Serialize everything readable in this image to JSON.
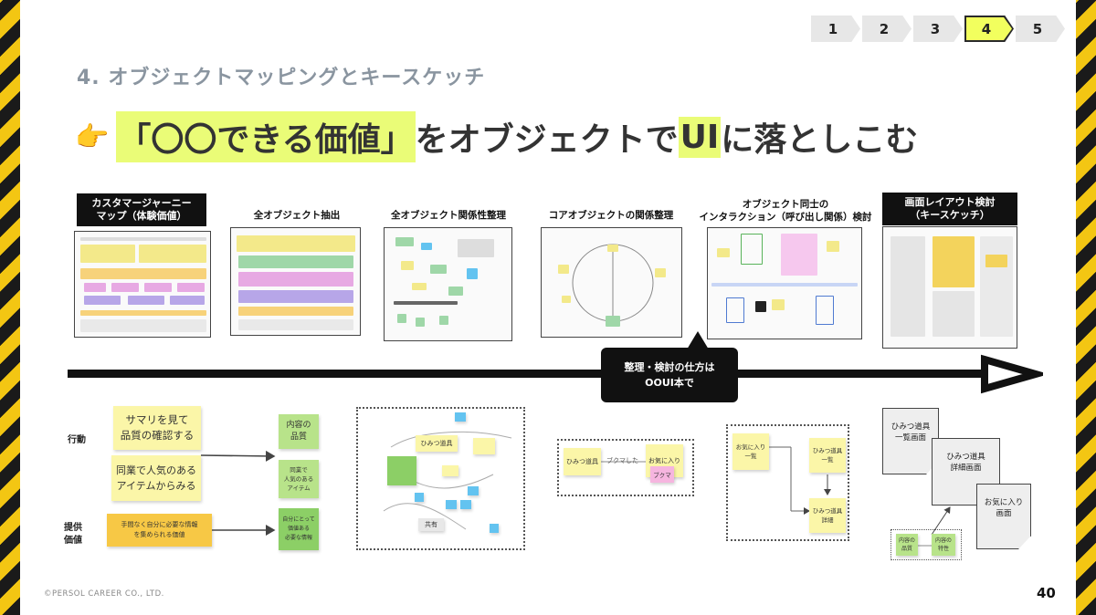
{
  "steps": [
    "1",
    "2",
    "3",
    "4",
    "5"
  ],
  "active_step": "4",
  "section_title": "4. オブジェクトマッピングとキースケッチ",
  "headline": {
    "pre": "「〇〇できる価値」",
    "mid": "をオブジェクトで",
    "ui": "UI",
    "post": "に落としこむ"
  },
  "phases": [
    {
      "line1": "カスタマージャーニー",
      "line2": "マップ（体験価値）"
    },
    {
      "line1": "全オブジェクト抽出",
      "line2": ""
    },
    {
      "line1": "全オブジェクト関係性整理",
      "line2": ""
    },
    {
      "line1": "コアオブジェクトの関係整理",
      "line2": ""
    },
    {
      "line1": "オブジェクト同士の",
      "line2": "インタラクション（呼び出し関係）検討"
    },
    {
      "line1": "画面レイアウト検討",
      "line2": "（キースケッチ）"
    }
  ],
  "callout": {
    "line1": "整理・検討の仕方は",
    "line2": "OOUI本で"
  },
  "rows": {
    "action": "行動",
    "offer_1": "提供",
    "offer_2": "価値"
  },
  "sticky": {
    "summary_1": "サマリを見て",
    "summary_2": "品質の確認する",
    "popular_1": "同業で人気のある",
    "popular_2": "アイテムからみる",
    "value_1": "手間なく自分に必要な情報",
    "value_2": "を集められる価値",
    "content_q_1": "内容の",
    "content_q_2": "品質",
    "popular_s_1": "同業で",
    "popular_s_2": "人気のある",
    "popular_s_3": "アイテム",
    "valuable_1": "自分にとって",
    "valuable_2": "価値ある",
    "valuable_3": "必要な情報",
    "himitsu": "ひみつ道具",
    "share": "共有",
    "bookmarked": "ブクマした",
    "favorite_1": "お気に入り",
    "favorite_2": "",
    "bukuma": "ブクマ",
    "fav_list_1": "お気に入り",
    "fav_list_2": "一覧",
    "h_list_1": "ひみつ道具",
    "h_list_2": "一覧",
    "h_detail_1": "ひみつ道具",
    "h_detail_2": "詳細",
    "content_1": "内容の",
    "content_2": "品質",
    "content_f_1": "内容の",
    "content_f_2": "特性"
  },
  "screens": {
    "list_1": "ひみつ道具",
    "list_2": "一覧画面",
    "detail_1": "ひみつ道具",
    "detail_2": "詳細画面",
    "fav_1": "お気に入り",
    "fav_2": "画面"
  },
  "copyright": "©PERSOL CAREER CO., LTD.",
  "page_number": "40"
}
